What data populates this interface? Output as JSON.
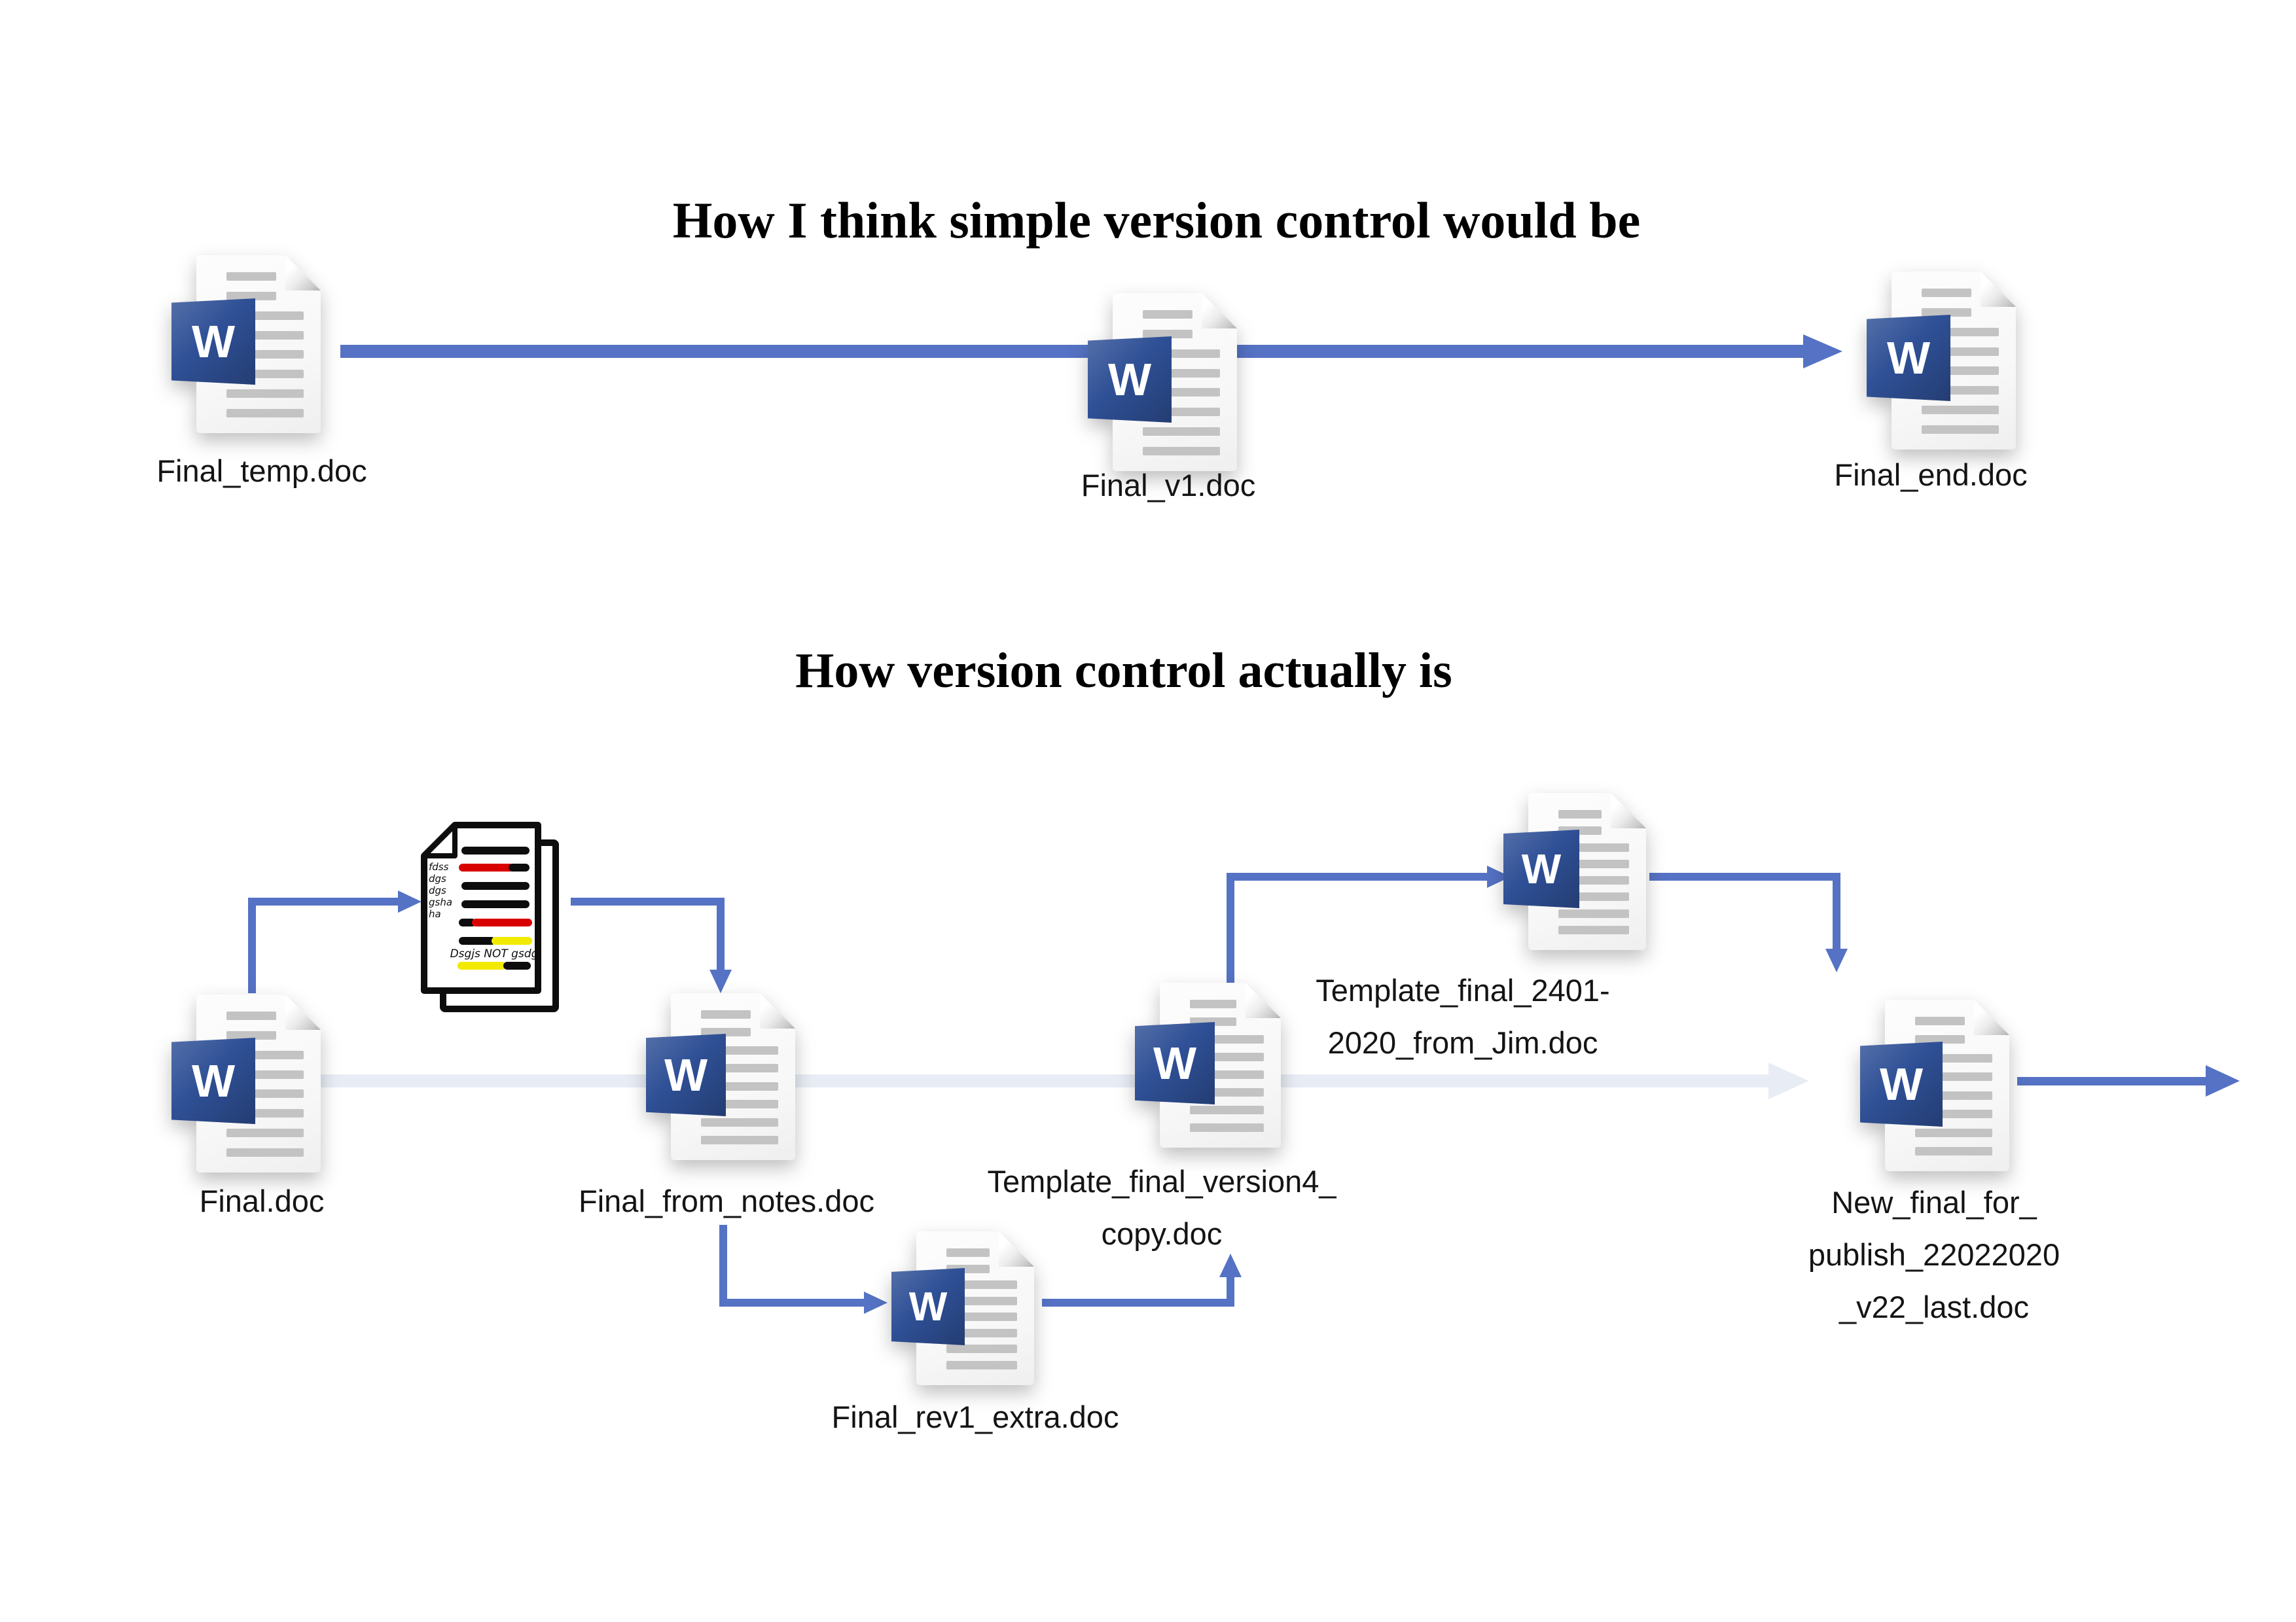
{
  "section1": {
    "title": "How I think simple version control would be",
    "doc1_label": "Final_temp.doc",
    "doc2_label": "Final_v1.doc",
    "doc3_label": "Final_end.doc"
  },
  "section2": {
    "title": "How version control actually is",
    "final_label": "Final.doc",
    "from_notes_label": "Final_from_notes.doc",
    "rev1_label": "Final_rev1_extra.doc",
    "version4_lines": [
      "Template_final_version4_",
      "copy.doc"
    ],
    "jim_lines": [
      "Template_final_2401-",
      "2020_from_Jim.doc"
    ],
    "new_final_lines": [
      "New_final_for_",
      "publish_22022020",
      "_v22_last.doc"
    ],
    "notes": {
      "margin_scribbles": [
        "fdss",
        "dgs",
        "dgs",
        "gsha",
        "ha"
      ],
      "annotation": "Dsgjs NOT gsdg"
    }
  },
  "icons": {
    "word_logo": "W"
  },
  "colors": {
    "arrow_blue": "#5572C4",
    "arrow_faint": "#E8EDF5",
    "word_logo_blue": "#2F5096",
    "note_red": "#D90000",
    "note_yellow": "#F2EA00",
    "note_ink": "#0D0D0D"
  }
}
